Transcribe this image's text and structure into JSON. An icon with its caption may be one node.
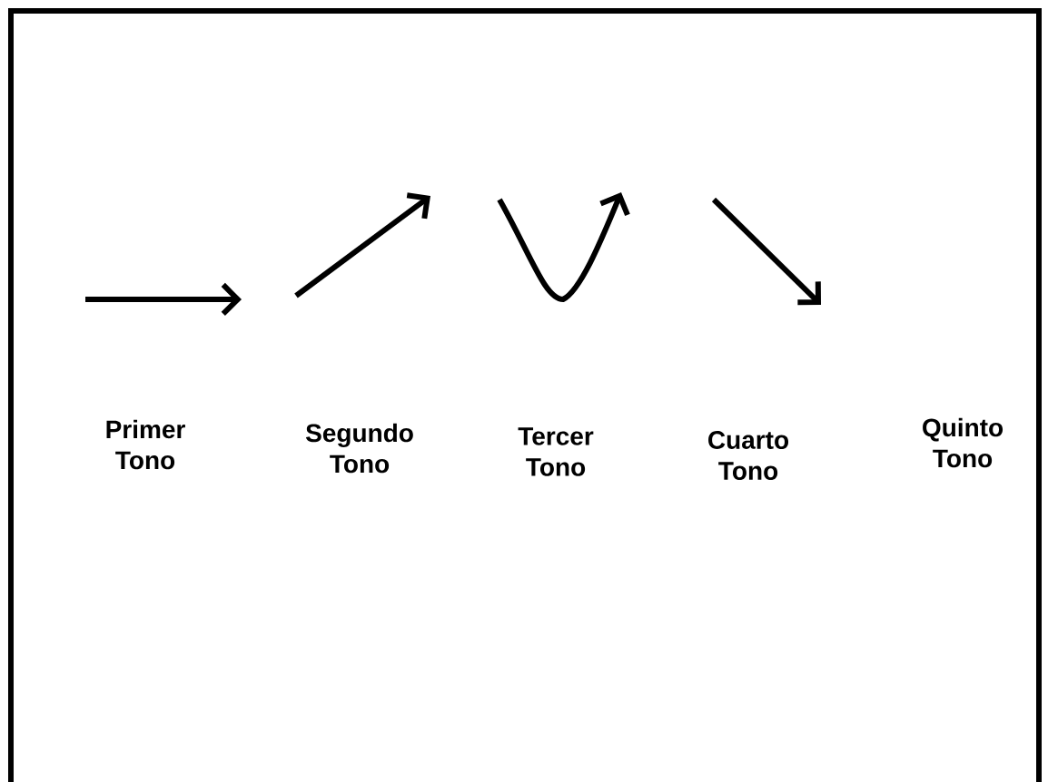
{
  "diagram": {
    "labels": [
      "Primer Tono",
      "Segundo Tono",
      "Tercer Tono",
      "Cuarto Tono",
      "Quinto Tono"
    ]
  }
}
